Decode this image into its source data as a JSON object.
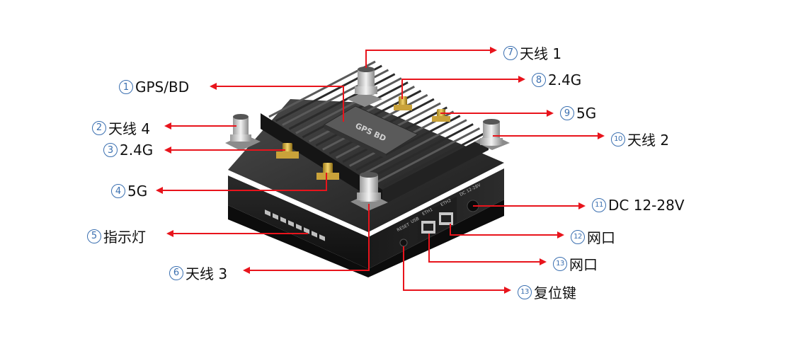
{
  "callouts": [
    {
      "num": "1",
      "text": "GPS/BD"
    },
    {
      "num": "2",
      "text": "天线 4"
    },
    {
      "num": "3",
      "text": "2.4G"
    },
    {
      "num": "4",
      "text": "5G"
    },
    {
      "num": "5",
      "text": "指示灯"
    },
    {
      "num": "6",
      "text": "天线 3"
    },
    {
      "num": "7",
      "text": "天线 1"
    },
    {
      "num": "8",
      "text": "2.4G"
    },
    {
      "num": "9",
      "text": "5G"
    },
    {
      "num": "10",
      "text": "天线 2"
    },
    {
      "num": "11",
      "text": "DC 12-28V"
    },
    {
      "num": "12",
      "text": "网口"
    },
    {
      "num": "13",
      "text": "网口"
    },
    {
      "num": "13",
      "text": "复位键"
    }
  ],
  "device": {
    "top_plate_text": "GPS BD",
    "port_labels": [
      "RESET",
      "USB",
      "ETH1",
      "ETH2",
      "DC 12-28V"
    ]
  },
  "colors": {
    "arrow": "#e8141c",
    "number": "#3a6fb0",
    "device": "#1c1c1c",
    "text": "#111111"
  }
}
